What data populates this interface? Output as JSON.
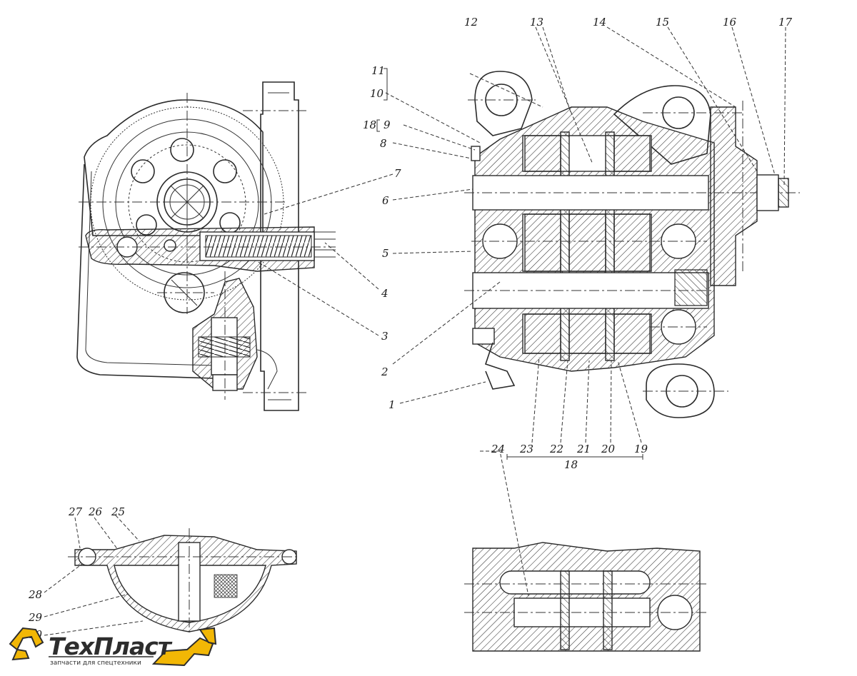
{
  "labels": {
    "l1": "1",
    "l2": "2",
    "l3": "3",
    "l4": "4",
    "l5": "5",
    "l6": "6",
    "l7": "7",
    "l8": "8",
    "l9": "9",
    "l10": "10",
    "l11": "11",
    "l12": "12",
    "l13": "13",
    "l14": "14",
    "l15": "15",
    "l16": "16",
    "l17": "17",
    "l18": "18",
    "l18b": "18",
    "l19": "19",
    "l20": "20",
    "l21": "21",
    "l22": "22",
    "l23": "23",
    "l24": "24",
    "l25": "25",
    "l26": "26",
    "l27": "27",
    "l28": "28",
    "l29": "29",
    "l30": "30"
  },
  "logo": {
    "name": "ТехПласт",
    "tagline": "запчасти для спецтехники"
  },
  "colors": {
    "line": "#2a2a2a",
    "logo_accent": "#f2b705",
    "logo_text": "#2d2d2d"
  }
}
